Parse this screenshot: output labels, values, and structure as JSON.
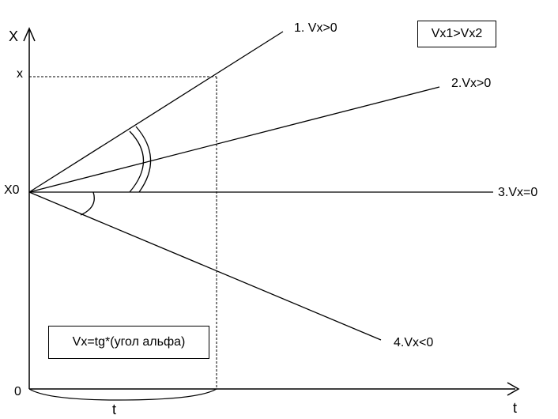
{
  "axes": {
    "y_axis_label": "X",
    "x_axis_label": "t",
    "origin_label": "0",
    "x0_label": "X0",
    "x_tick_label": "x",
    "t_brace_label": "t"
  },
  "lines": [
    {
      "label": "1. Vx>0"
    },
    {
      "label": "2.Vx>0"
    },
    {
      "label": "3.Vx=0"
    },
    {
      "label": "4.Vx<0"
    }
  ],
  "notes": {
    "comparison": "Vx1>Vx2",
    "formula": "Vx=tg*(угол альфа)"
  },
  "colors": {
    "stroke": "#000000",
    "background": "#ffffff"
  }
}
